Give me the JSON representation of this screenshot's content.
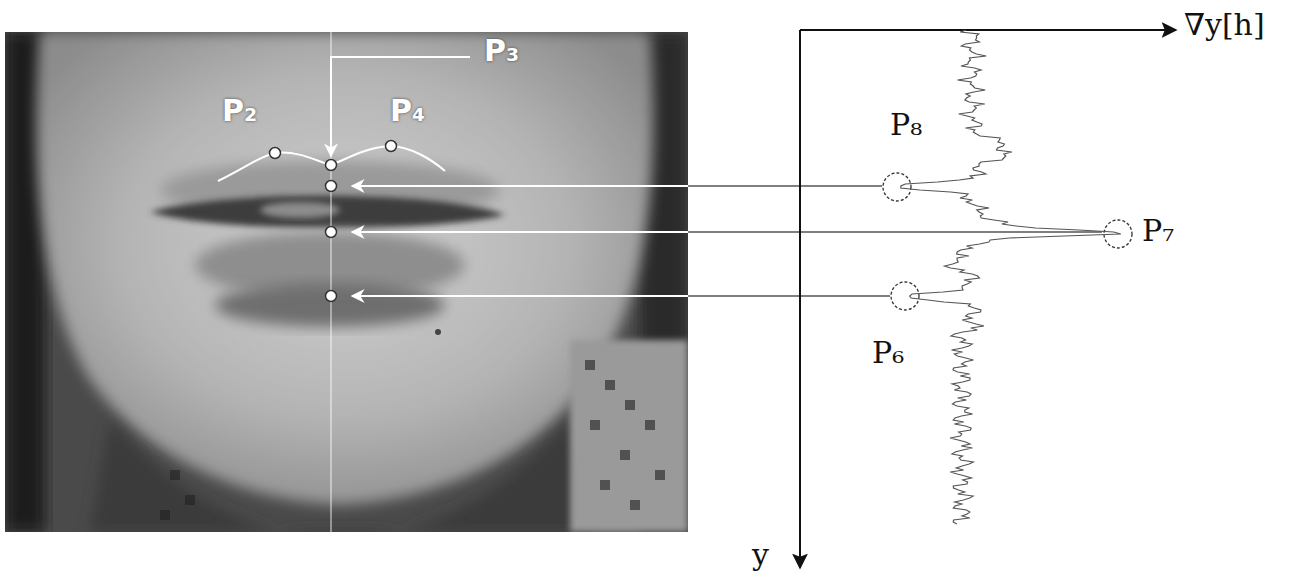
{
  "diagram": {
    "labels": [
      "P₂",
      "P₃",
      "P₄",
      "P₈",
      "P₇",
      "P₆",
      "∇y[h]",
      "y"
    ]
  }
}
